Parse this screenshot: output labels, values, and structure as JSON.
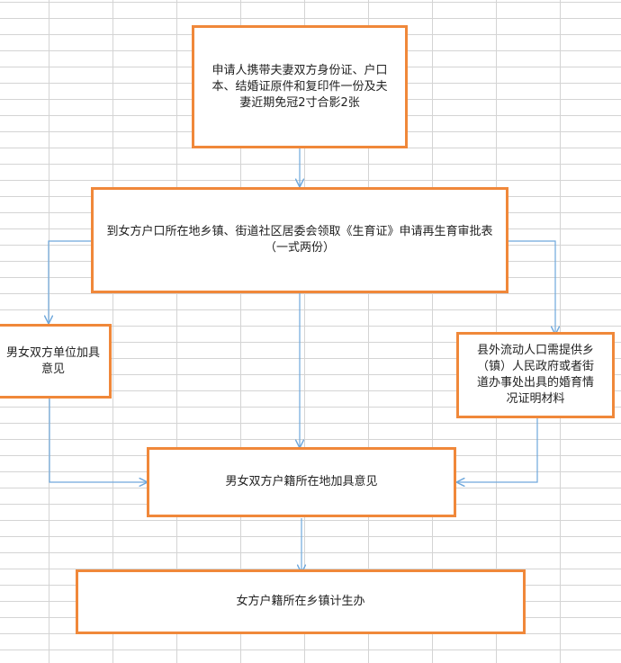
{
  "flowchart": {
    "step_apply": "申请人携带夫妻双方身份证、户口本、结婚证原件和复印件一份及夫妻近期免冠2寸合影2张",
    "step_receive_form": "到女方户口所在地乡镇、街道社区居委会领取《生育证》申请再生育审批表（一式两份）",
    "step_employer_opinion": "男女双方单位加具意见",
    "step_migrant_proof": "县外流动人口需提供乡（镇）人民政府或者街道办事处出具的婚育情况证明材料",
    "step_residence_opinion": "男女双方户籍所在地加具意见",
    "step_final_office": "女方户籍所在乡镇计生办"
  },
  "colors": {
    "box_border": "#f0883a",
    "arrow": "#6fa8dc",
    "grid": "#d4d4d4"
  }
}
